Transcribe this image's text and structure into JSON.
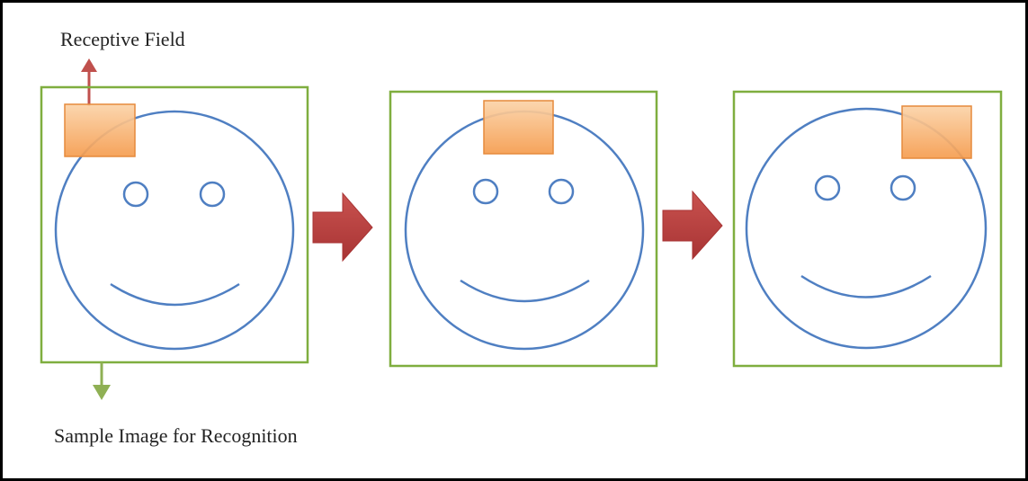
{
  "labels": {
    "receptive_field": "Receptive Field",
    "sample_image": "Sample Image for Recognition"
  },
  "colors": {
    "frame_border": "#7fae3f",
    "face_outline": "#4f7fc2",
    "receptive_field_fill": "#f8a85c",
    "receptive_field_border": "#e68a3c",
    "big_arrow": "#b83c3c",
    "small_arrow_red": "#c0504d",
    "small_arrow_green": "#8fb054"
  },
  "icons": {
    "step_arrow": "right-arrow-icon",
    "receptive_field_pointer": "up-arrow-icon",
    "sample_image_pointer": "down-arrow-icon"
  },
  "panels": [
    {
      "name": "panel-1",
      "receptive_field_position": "top-left"
    },
    {
      "name": "panel-2",
      "receptive_field_position": "top-center"
    },
    {
      "name": "panel-3",
      "receptive_field_position": "top-right"
    }
  ]
}
